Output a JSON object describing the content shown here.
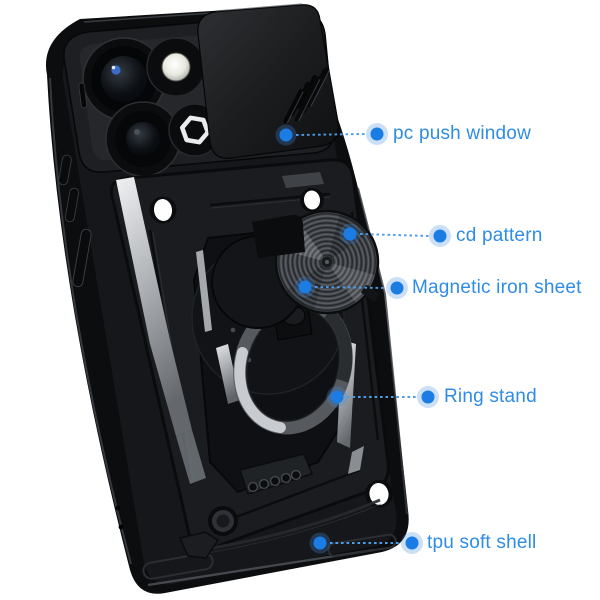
{
  "callouts": [
    {
      "label": "pc push window"
    },
    {
      "label": "cd pattern"
    },
    {
      "label": "Magnetic iron sheet"
    },
    {
      "label": "Ring stand"
    },
    {
      "label": "tpu soft shell"
    }
  ],
  "style": {
    "background": "#ffffff",
    "label_text_color": "#2f8ce4",
    "callout_dot_color": "#1b7ce4",
    "callout_halo_color": "rgba(70,140,225,0.28)",
    "dash_line_color": "#4f9ce6",
    "case_color": "#101214",
    "metal_accent_color": "#c9ccd0"
  }
}
